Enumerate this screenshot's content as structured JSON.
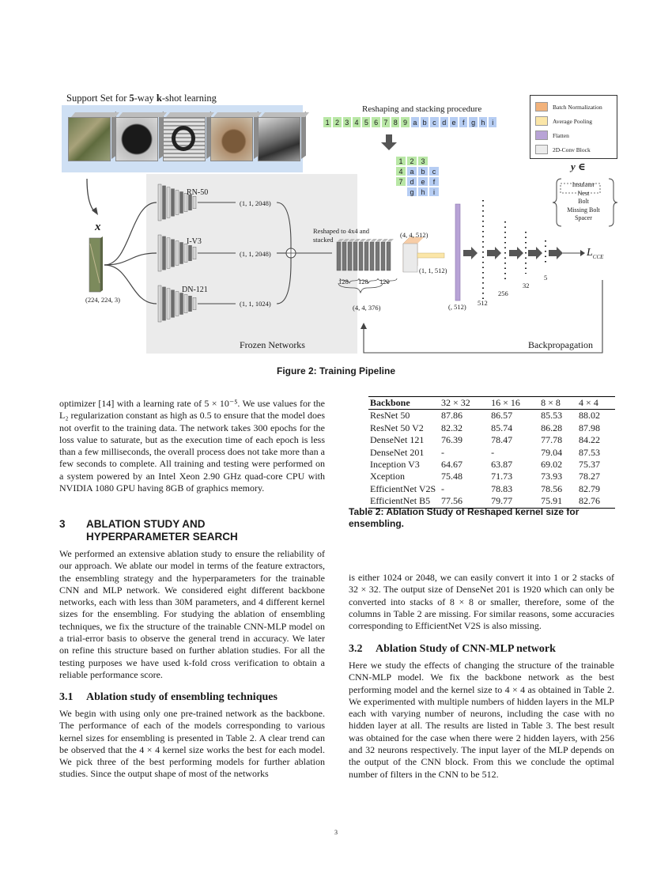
{
  "figure": {
    "support_title_prefix": "Support Set for ",
    "support_title_bold1": "5",
    "support_title_mid": "-way ",
    "support_title_bold2": "k",
    "support_title_suffix": "-shot learning",
    "x_label": "x",
    "x_dims": "(224, 224, 3)",
    "networks": [
      {
        "name": "RN-50",
        "output": "(1, 1, 2048)"
      },
      {
        "name": "I-V3",
        "output": "(1, 1, 2048)"
      },
      {
        "name": "DN-121",
        "output": "(1, 1, 1024)"
      }
    ],
    "frozen_label": "Frozen Networks",
    "reshape_title": "Reshaping and stacking procedure",
    "tokens": [
      "1",
      "2",
      "3",
      "4",
      "5",
      "6",
      "7",
      "8",
      "9",
      "a",
      "b",
      "c",
      "d",
      "e",
      "f",
      "g",
      "h",
      "i"
    ],
    "grid_tokens": [
      [
        "1",
        "2",
        "3"
      ],
      [
        "4",
        "a",
        "b",
        "c"
      ],
      [
        "7",
        "d",
        "e",
        "f"
      ],
      [
        "g",
        "h",
        "i"
      ]
    ],
    "reshaped_label": "Reshaped to 4x4 and stacked",
    "stack_channels": [
      "128",
      "128",
      "120"
    ],
    "stack_dims": "(4, 4, 376)",
    "conv_output": "(4, 4, 512)",
    "pool_output": "(1, 1, 512)",
    "flatten_output": "(, 512)",
    "layer_sizes": [
      "512",
      "256",
      "32",
      "5"
    ],
    "loss_label": "L",
    "loss_sub": "CCE",
    "y_label": "y ∈",
    "classes": [
      "Insulator",
      "Nest",
      "Bolt",
      "Missing Bolt",
      "Spacer"
    ],
    "backprop_label": "Backpropagation",
    "legend": [
      {
        "label": "Batch Normalization",
        "color": "#f2b27b"
      },
      {
        "label": "Average Pooling",
        "color": "#fbe6a8"
      },
      {
        "label": "Flatten",
        "color": "#b8a3d6"
      },
      {
        "label": "2D-Conv Block",
        "color": "#ececec"
      }
    ],
    "caption": "Figure 2: Training Pipeline"
  },
  "left_col": {
    "para1": "optimizer [14] with a learning rate of 5 × 10⁻⁵. We use values for the L₂ regularization constant as high as 0.5 to ensure that the model does not overfit to the training data. The network takes 300 epochs for the loss value to saturate, but as the execution time of each epoch is less than a few milliseconds, the overall process does not take more than a few seconds to complete. All training and testing were performed on a system powered by an Intel Xeon 2.90 GHz quad-core CPU with NVIDIA 1080 GPU having 8GB of graphics memory.",
    "sec3_num": "3",
    "sec3_title": "ABLATION STUDY AND HYPERPARAMETER SEARCH",
    "para2": "We performed an extensive ablation study to ensure the reliability of our approach. We ablate our model in terms of the feature extractors, the ensembling strategy and the hyperparameters for the trainable CNN and MLP network. We considered eight different backbone networks, each with less than 30M parameters, and 4 different kernel sizes for the ensembling. For studying the ablation of ensembling techniques, we fix the structure of the trainable CNN-MLP model on a trial-error basis to observe the general trend in accuracy. We later on refine this structure based on further ablation studies. For all the testing purposes we have used k-fold cross verification to obtain a reliable performance score.",
    "sec31_num": "3.1",
    "sec31_title": "Ablation study of ensembling techniques",
    "para3": "We begin with using only one pre-trained network as the backbone. The performance of each of the models corresponding to various kernel sizes for ensembling is presented in Table 2. A clear trend can be observed that the 4 × 4 kernel size works the best for each model. We pick three of the best performing models for further ablation studies. Since the output shape of most of the networks"
  },
  "table2": {
    "headers": [
      "Backbone",
      "32 × 32",
      "16 × 16",
      "8 × 8",
      "4 × 4"
    ],
    "rows": [
      [
        "ResNet 50",
        "87.86",
        "86.57",
        "85.53",
        "88.02"
      ],
      [
        "ResNet 50 V2",
        "82.32",
        "85.74",
        "86.28",
        "87.98"
      ],
      [
        "DenseNet 121",
        "76.39",
        "78.47",
        "77.78",
        "84.22"
      ],
      [
        "DenseNet 201",
        "-",
        "-",
        "79.04",
        "87.53"
      ],
      [
        "Inception V3",
        "64.67",
        "63.87",
        "69.02",
        "75.37"
      ],
      [
        "Xception",
        "75.48",
        "71.73",
        "73.93",
        "78.27"
      ],
      [
        "EfficientNet V2S",
        "-",
        "78.83",
        "78.56",
        "82.79"
      ],
      [
        "EfficientNet B5",
        "77.56",
        "79.77",
        "75.91",
        "82.76"
      ]
    ],
    "caption": "Table 2: Ablation Study of Reshaped kernel size for ensembling."
  },
  "right_col": {
    "para1": "is either 1024 or 2048, we can easily convert it into 1 or 2 stacks of 32 × 32. The output size of DenseNet 201 is 1920 which can only be converted into stacks of 8 × 8 or smaller, therefore, some of the columns in Table 2 are missing. For similar reasons, some accuracies corresponding to EfficientNet V2S is also missing.",
    "sec32_num": "3.2",
    "sec32_title": "Ablation Study of CNN-MLP network",
    "para2": "Here we study the effects of changing the structure of the trainable CNN-MLP model. We fix the backbone network as the best performing model and the kernel size to 4 × 4 as obtained in Table 2. We experimented with multiple numbers of hidden layers in the MLP each with varying number of neurons, including the case with no hidden layer at all. The results are listed in Table 3. The best result was obtained for the case when there were 2 hidden layers, with 256 and 32 neurons respectively. The input layer of the MLP depends on the output of the CNN block. From this we conclude the optimal number of filters in the CNN to be 512."
  },
  "page_number": "3"
}
